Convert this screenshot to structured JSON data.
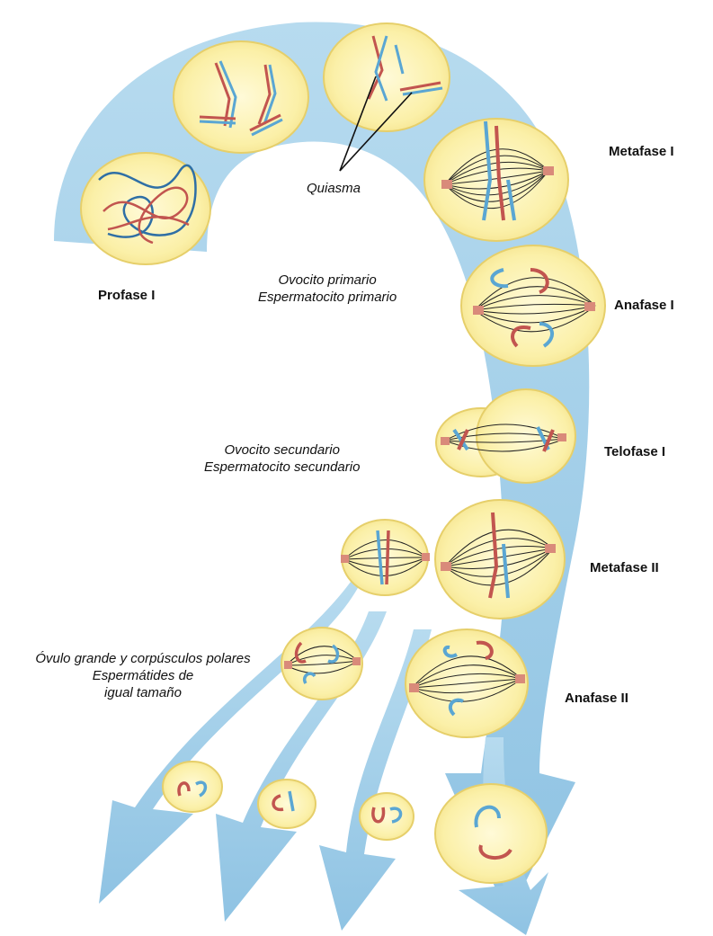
{
  "phases": {
    "profase_1": "Profase I",
    "metafase_1": "Metafase I",
    "anafase_1": "Anafase I",
    "telofase_1": "Telofase I",
    "metafase_2": "Metafase II",
    "anafase_2": "Anafase II"
  },
  "annotations": {
    "quiasma": "Quiasma",
    "primary_line1": "Ovocito primario",
    "primary_line2": "Espermatocito primario",
    "secondary_line1": "Ovocito secundario",
    "secondary_line2": "Espermatocito secundario",
    "final_line1": "Óvulo grande y corpúsculos polares",
    "final_line2": "Espermátides de",
    "final_line3": "igual tamaño"
  },
  "colors": {
    "arrow": "#a9d3ea",
    "cell_fill": "#fbf0a8",
    "cell_stroke": "#e6cf6a",
    "chromosome_red": "#c2554f",
    "chromosome_blue": "#5aa6d3",
    "spindle": "#222222"
  }
}
